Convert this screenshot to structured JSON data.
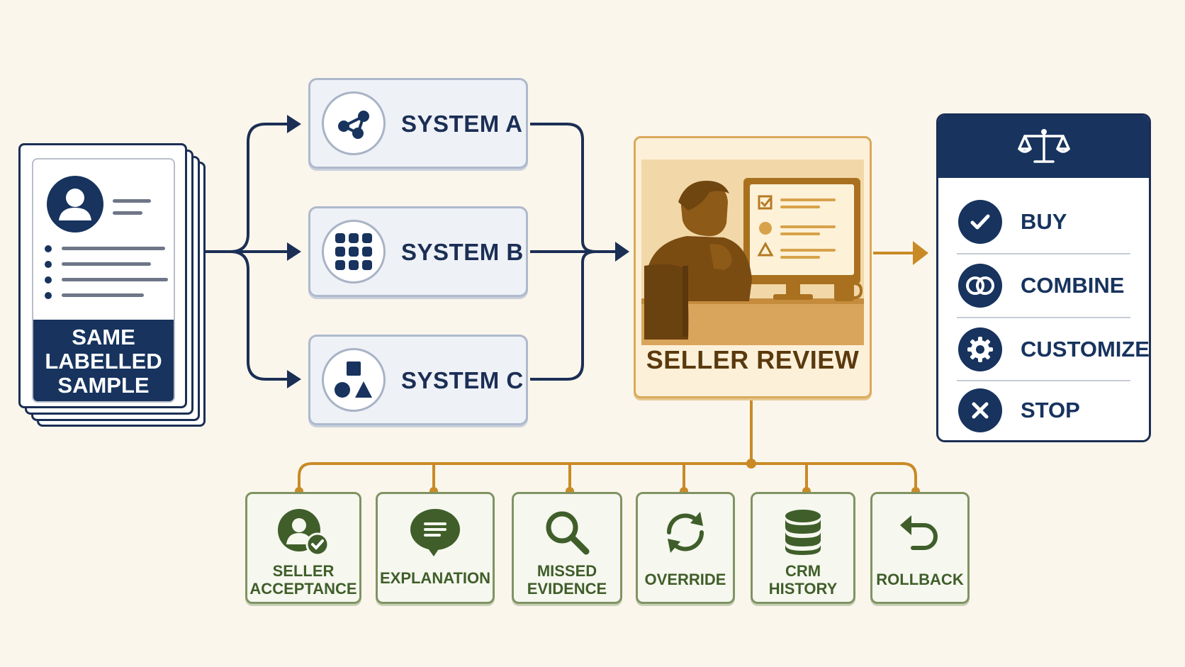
{
  "sample": {
    "label": "SAME\nLABELLED\nSAMPLE"
  },
  "systems": [
    {
      "label": "SYSTEM A",
      "icon": "network-nodes-icon"
    },
    {
      "label": "SYSTEM B",
      "icon": "dot-grid-icon"
    },
    {
      "label": "SYSTEM C",
      "icon": "shapes-icon"
    }
  ],
  "review": {
    "label": "SELLER REVIEW",
    "icon": "seller-at-monitor-illustration"
  },
  "decision": {
    "header_icon": "balance-scale-icon",
    "options": [
      {
        "label": "BUY",
        "icon": "checkmark-icon"
      },
      {
        "label": "COMBINE",
        "icon": "overlapping-rings-icon"
      },
      {
        "label": "CUSTOMIZE",
        "icon": "gear-icon"
      },
      {
        "label": "STOP",
        "icon": "x-icon"
      }
    ]
  },
  "attributes": [
    {
      "label": "SELLER\nACCEPTANCE",
      "icon": "user-check-icon"
    },
    {
      "label": "EXPLANATION",
      "icon": "speech-bubble-icon"
    },
    {
      "label": "MISSED\nEVIDENCE",
      "icon": "magnifier-icon"
    },
    {
      "label": "OVERRIDE",
      "icon": "refresh-icon"
    },
    {
      "label": "CRM\nHISTORY",
      "icon": "database-icon"
    },
    {
      "label": "ROLLBACK",
      "icon": "undo-arrow-icon"
    }
  ],
  "colors": {
    "background": "#fbf6ec",
    "navy": "#17335e",
    "gold": "#c98a26",
    "green": "#3f5e2a"
  }
}
